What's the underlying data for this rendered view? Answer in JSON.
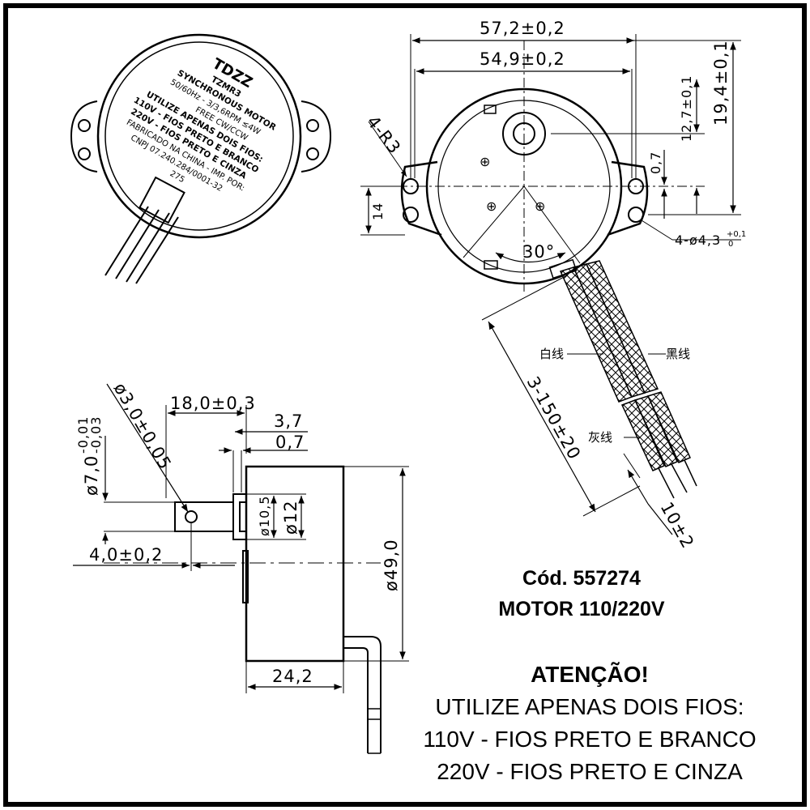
{
  "motor_label": {
    "brand": "TDZZ",
    "model": "TZMR3",
    "type": "SYNCHRONOUS MOTOR",
    "specs": "50/60Hz - 3/3,6RPM ≤4W",
    "rotation": "FREE CW/CCW",
    "warn_line1": "UTILIZE APENAS DOIS FIOS:",
    "warn_line2": "110V - FIOS PRETO E BRANCO",
    "warn_line3": "220V - FIOS PRETO E CINZA",
    "made_in": "FABRICADO NA CHINA - IMP. POR:",
    "cnpj": "CNPJ 07.240.284/0001-32",
    "code": "275"
  },
  "top_view": {
    "dim_outer_width": "57,2±0,2",
    "dim_hole_span": "54,9±0,2",
    "dim_height_total": "19,4±0,1",
    "dim_shaft_offset": "12,7±0,1",
    "dim_small": "0,7",
    "dim_radius": "4-R3",
    "dim_tab_height": "14",
    "dim_holes_base": "4-ø4,3",
    "dim_holes_tol_upper": "+0,1",
    "dim_holes_tol_lower": "0",
    "dim_angle": "30°",
    "dim_wire_length": "3-150±20",
    "dim_wire_strip": "10±2",
    "wire_white": "白线",
    "wire_black": "黑线",
    "wire_gray": "灰线"
  },
  "side_view": {
    "dim_shaft_dia_base": "ø7,0",
    "dim_shaft_dia_tol_upper": "-0,01",
    "dim_shaft_dia_tol_lower": "-0,03",
    "dim_pin_hole": "ø3,0±0,05",
    "dim_shaft_len": "18,0±0,3",
    "dim_boss_len": "3,7",
    "dim_flange": "0,7",
    "dim_boss_dia": "ø10,5",
    "dim_hub_dia": "ø12",
    "dim_body_dia": "ø49,0",
    "dim_pin_pos": "4,0±0,2",
    "dim_body_depth": "24,2"
  },
  "info": {
    "code": "Cód. 557274",
    "motor": "MOTOR 110/220V",
    "attention": "ATENÇÃO!",
    "line1": "UTILIZE APENAS DOIS FIOS:",
    "line2": "110V - FIOS PRETO E BRANCO",
    "line3": "220V - FIOS PRETO E CINZA"
  },
  "colors": {
    "frame": "#000000",
    "background": "#ffffff"
  }
}
